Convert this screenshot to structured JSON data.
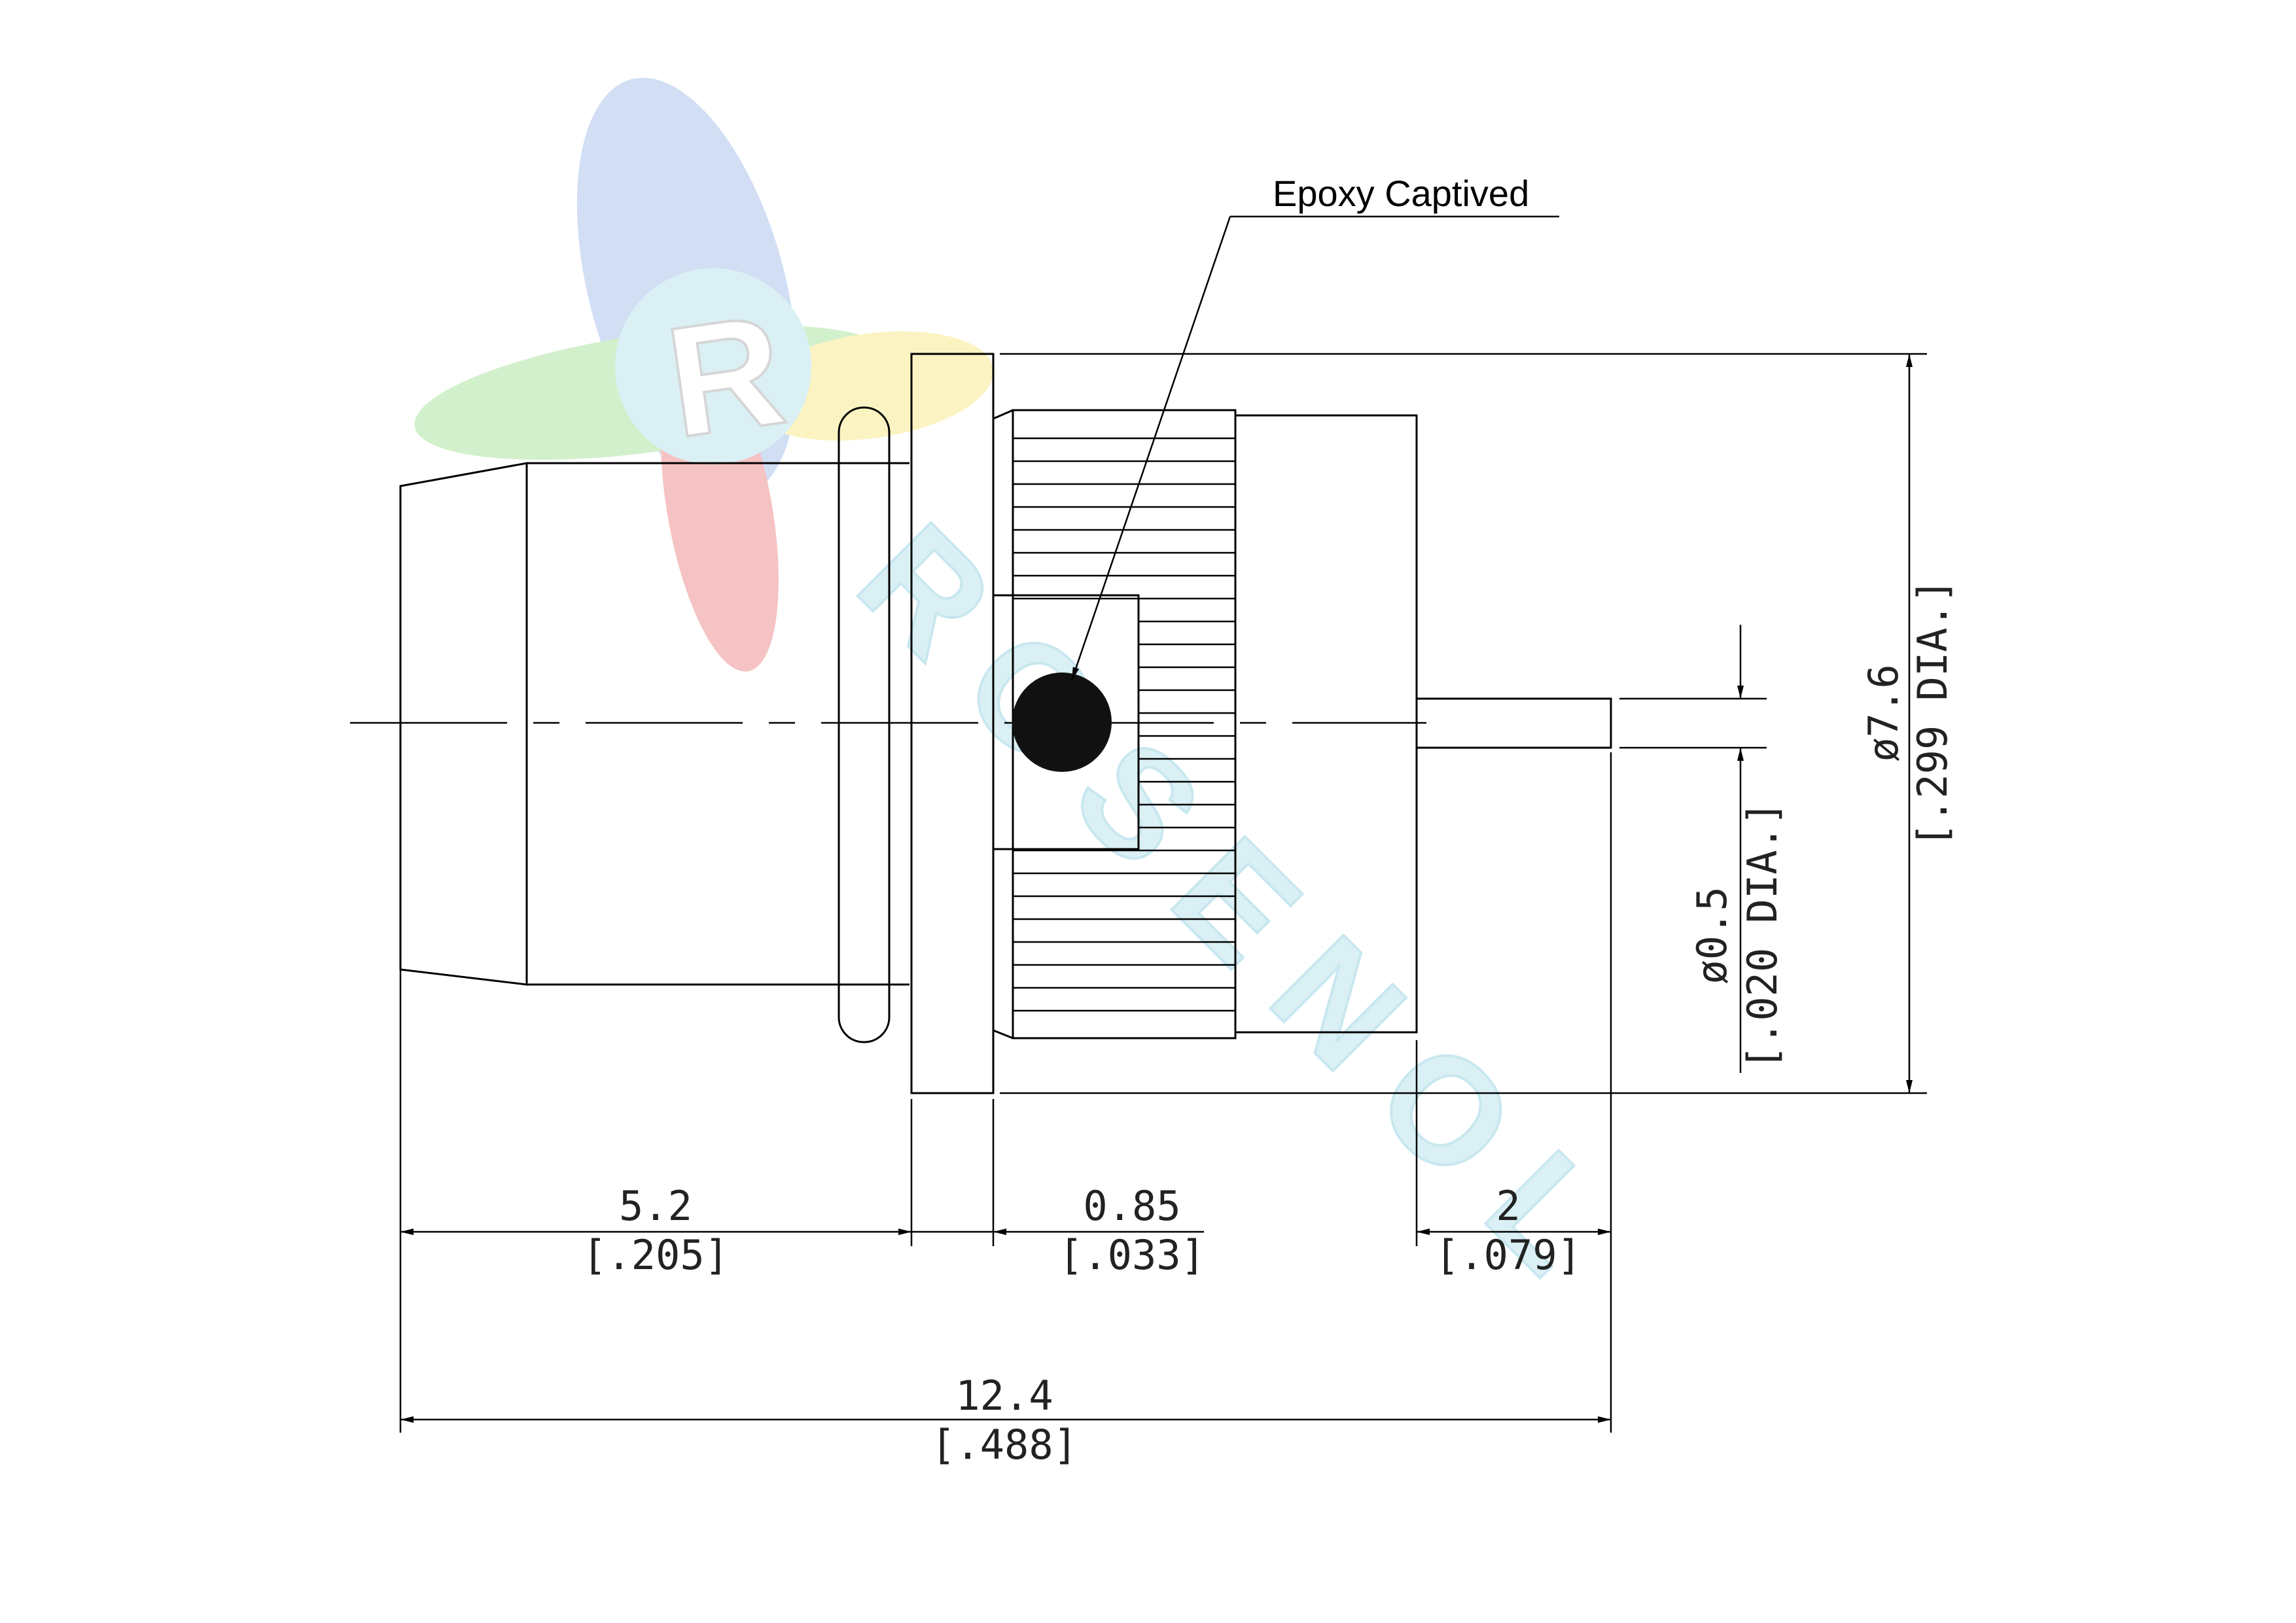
{
  "callout": {
    "label": "Epoxy Captived"
  },
  "dimensions": {
    "outer_diameter": {
      "metric": "ø7.6",
      "imperial": "[.299 DIA.]"
    },
    "pin_diameter": {
      "metric": "ø0.5",
      "imperial": "[.020 DIA.]"
    },
    "cable_end_length": {
      "metric": "5.2",
      "imperial": "[.205]"
    },
    "flange_thickness": {
      "metric": "0.85",
      "imperial": "[.033]"
    },
    "pin_length": {
      "metric": "2",
      "imperial": "[.079]"
    },
    "overall_length": {
      "metric": "12.4",
      "imperial": "[.488]"
    }
  },
  "watermark": {
    "text": "ROSENOL",
    "logo_letter": "R",
    "colors": [
      "#f4b9b9",
      "#c9d8f3",
      "#cbeec3",
      "#fbf2b8",
      "#d4eef4"
    ]
  },
  "colors": {
    "line": "#000000",
    "text": "#222222",
    "background": "#ffffff"
  }
}
